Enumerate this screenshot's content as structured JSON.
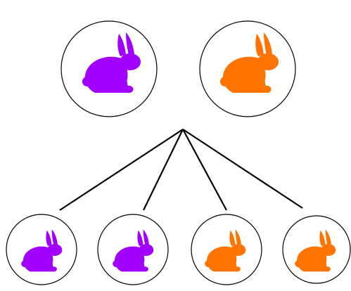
{
  "colors": {
    "purple": "#a100ff",
    "orange": "#ff7300",
    "outline": "#000000",
    "line": "#000000",
    "background": "#ffffff"
  },
  "parents": [
    {
      "color": "purple",
      "icon": "rabbit-icon"
    },
    {
      "color": "orange",
      "icon": "rabbit-icon"
    }
  ],
  "offspring": [
    {
      "color": "purple",
      "icon": "rabbit-icon"
    },
    {
      "color": "purple",
      "icon": "rabbit-icon"
    },
    {
      "color": "orange",
      "icon": "rabbit-icon"
    },
    {
      "color": "orange",
      "icon": "rabbit-icon"
    }
  ]
}
